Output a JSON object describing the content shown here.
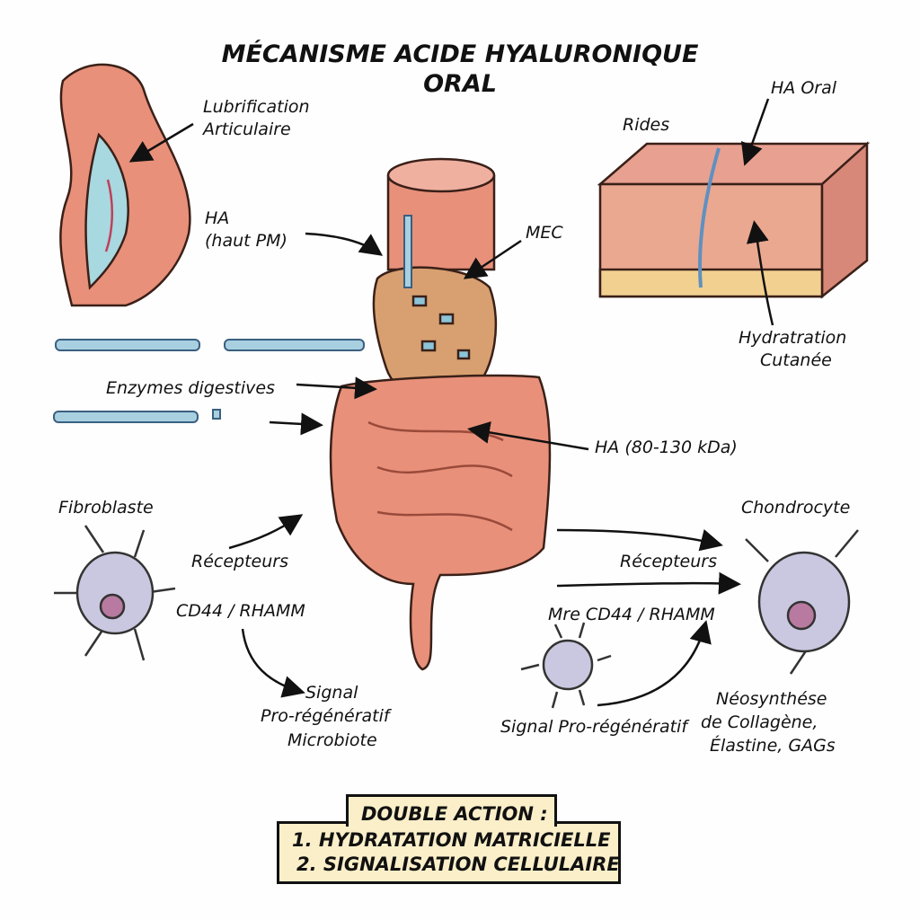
{
  "title": {
    "line1": "MÉCANISME ACIDE HYALURONIQUE",
    "line2": "ORAL"
  },
  "labels": {
    "joint_1": "Lubrification",
    "joint_2": "Articulaire",
    "ha_high_1": "HA",
    "ha_high_2": "(haut PM)",
    "mec": "MEC",
    "ha_oral": "HA Oral",
    "rides": "Rides",
    "skin_1": "Hydratration",
    "skin_2": "Cutanée",
    "enzymes": "Enzymes digestives",
    "ha_fragment": "HA (80-130 kDa)",
    "fibroblaste": "Fibroblaste",
    "chondrocyte": "Chondrocyte",
    "left_receptors_1": "Récepteurs",
    "left_receptors_2": "CD44 / RHAMM",
    "right_receptors_1": "Récepteurs",
    "right_receptors_2": "Mre CD44 / RHAMM",
    "left_signal_1": "Signal",
    "left_signal_2": "Pro-régénératif",
    "left_signal_3": "Microbiote",
    "right_signal": "Signal Pro-régénératif",
    "neo_1": "Néosynthése",
    "neo_2": "de Collagène,",
    "neo_3": "Élastine, GAGs"
  },
  "summary_box": {
    "heading": "DOUBLE ACTION :",
    "item1": "1. HYDRATATION MATRICIELLE",
    "item2": "2. SIGNALISATION CELLULAIRE"
  },
  "colors": {
    "tissue": "#e8907a",
    "tissue_dark": "#b85a48",
    "ha_blue": "#8cc4d8",
    "cell": "#c9c8e0",
    "box": "#fbefc9"
  }
}
